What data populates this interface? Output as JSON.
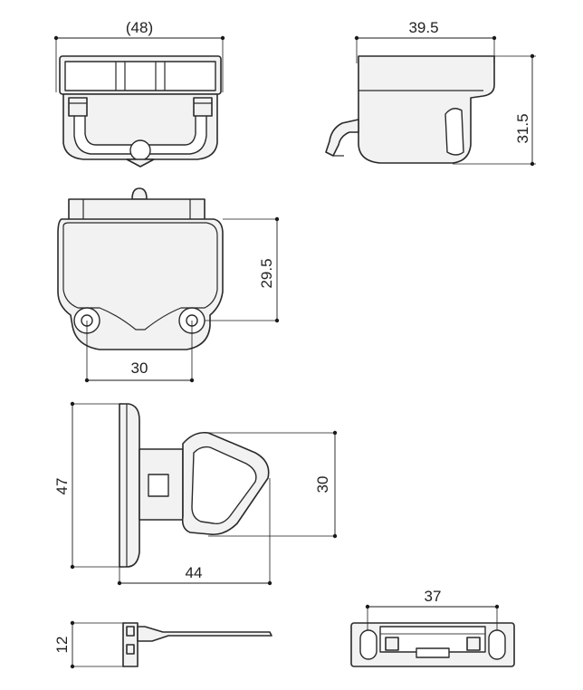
{
  "dimensions": {
    "top_left_width": "(48)",
    "top_right_width": "39.5",
    "top_right_height": "31.5",
    "middle_height": "29.5",
    "middle_hole_spacing": "30",
    "lower_height": "47",
    "lower_ring_height": "30",
    "lower_depth": "44",
    "bottom_left_thickness": "12",
    "bottom_right_width": "37"
  }
}
